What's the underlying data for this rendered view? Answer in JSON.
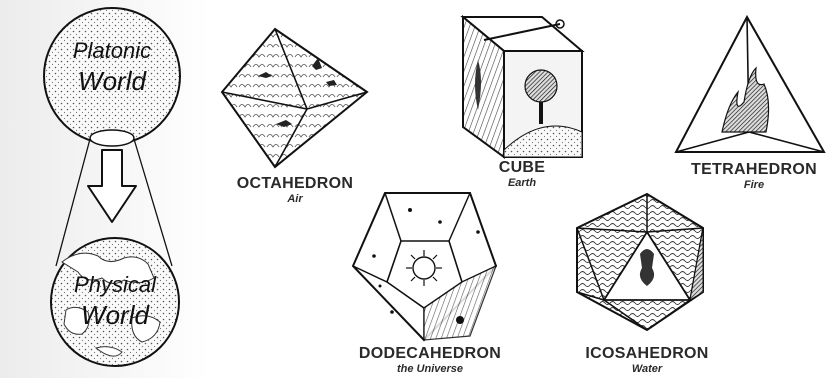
{
  "spheres": {
    "platonic": {
      "line1": "Platonic",
      "line2": "World"
    },
    "physical": {
      "line1": "Physical",
      "line2": "World"
    }
  },
  "solids": [
    {
      "name": "OCTAHEDRON",
      "element": "Air"
    },
    {
      "name": "CUBE",
      "element": "Earth"
    },
    {
      "name": "TETRAHEDRON",
      "element": "Fire"
    },
    {
      "name": "DODECAHEDRON",
      "element": "the Universe"
    },
    {
      "name": "ICOSAHEDRON",
      "element": "Water"
    }
  ]
}
